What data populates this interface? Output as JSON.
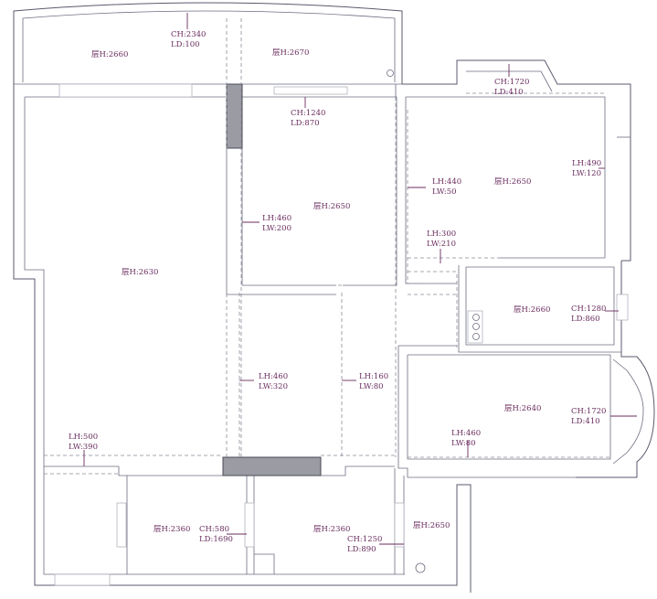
{
  "rooms": [
    {
      "height": "层H:2660"
    },
    {
      "height": "层H:2670"
    },
    {
      "height": "层H:2630"
    },
    {
      "height": "层H:2650"
    },
    {
      "height": "层H:2650"
    },
    {
      "height": "层H:2660"
    },
    {
      "height": "层H:2640"
    },
    {
      "height": "层H:2360"
    },
    {
      "height": "层H:2360"
    },
    {
      "height": "层H:2650"
    }
  ],
  "openings": [
    {
      "line1": "CH:2340",
      "line2": "LD:100"
    },
    {
      "line1": "CH:1240",
      "line2": "LD:870"
    },
    {
      "line1": "CH:1720",
      "line2": "LD:410"
    },
    {
      "line1": "LH:490",
      "line2": "LW:120"
    },
    {
      "line1": "LH:440",
      "line2": "LW:50"
    },
    {
      "line1": "LH:460",
      "line2": "LW:200"
    },
    {
      "line1": "LH:300",
      "line2": "LW:210"
    },
    {
      "line1": "CH:1280",
      "line2": "LD:860"
    },
    {
      "line1": "LH:460",
      "line2": "LW:320"
    },
    {
      "line1": "LH:160",
      "line2": "LW:80"
    },
    {
      "line1": "CH:1720",
      "line2": "LD:410"
    },
    {
      "line1": "LH:460",
      "line2": "LW:80"
    },
    {
      "line1": "LH:500",
      "line2": "LW:390"
    },
    {
      "line1": "CH:580",
      "line2": "LD:1690"
    },
    {
      "line1": "CH:1250",
      "line2": "LD:890"
    }
  ]
}
